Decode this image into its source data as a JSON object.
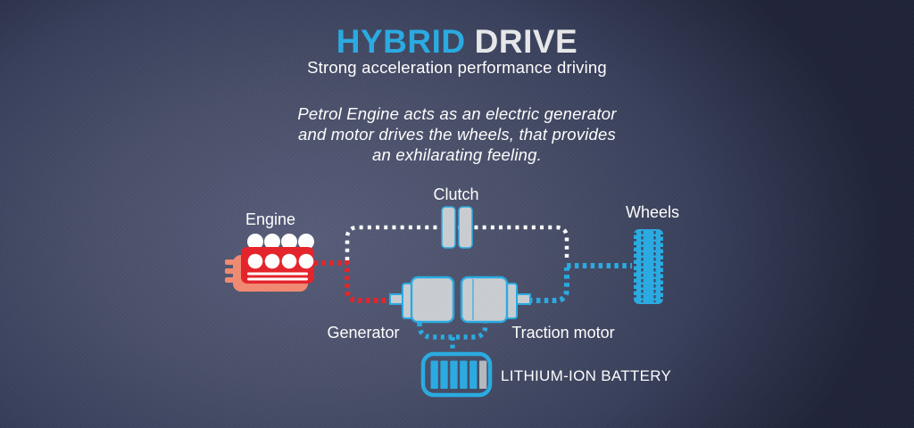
{
  "title": {
    "part1": "HYBRID",
    "part2": "DRIVE"
  },
  "subtitle": "Strong acceleration performance driving",
  "description": {
    "line1": "Petrol Engine acts as an electric generator",
    "line2": "and motor drives the wheels, that provides",
    "line3": "an exhilarating feeling."
  },
  "diagram": {
    "labels": {
      "engine": "Engine",
      "clutch": "Clutch",
      "wheels": "Wheels",
      "generator": "Generator",
      "traction_motor": "Traction motor",
      "battery": "LITHIUM-ION BATTERY"
    },
    "components": [
      {
        "name": "engine-icon",
        "type": "petrol-engine"
      },
      {
        "name": "clutch-icon",
        "type": "clutch-plates"
      },
      {
        "name": "generator-icon",
        "type": "electric-motor"
      },
      {
        "name": "traction-motor-icon",
        "type": "electric-motor"
      },
      {
        "name": "wheels-icon",
        "type": "tire"
      },
      {
        "name": "battery-icon",
        "type": "battery-gauge",
        "filled_bars": 5,
        "empty_bars": 1
      }
    ],
    "links": [
      {
        "name": "engine-to-generator-link",
        "color": "red",
        "style": "dotted"
      },
      {
        "name": "clutch-loop-link",
        "color": "white",
        "style": "dotted"
      },
      {
        "name": "traction-motor-to-wheels-link",
        "color": "blue",
        "style": "dotted"
      },
      {
        "name": "motors-to-battery-link",
        "color": "blue",
        "style": "dotted"
      }
    ]
  },
  "colors": {
    "accent_blue": "#29ABE2",
    "engine_red": "#E6232B",
    "engine_shadow": "#F18A71",
    "component_gray": "#C9CDD2",
    "battery_empty_bar": "#B4B9BF",
    "groove_dark": "#3B415C",
    "text_white": "#FFFFFF",
    "title_drive": "#E7E8EA",
    "background_center": "#575D79",
    "background_edge": "#202439"
  }
}
